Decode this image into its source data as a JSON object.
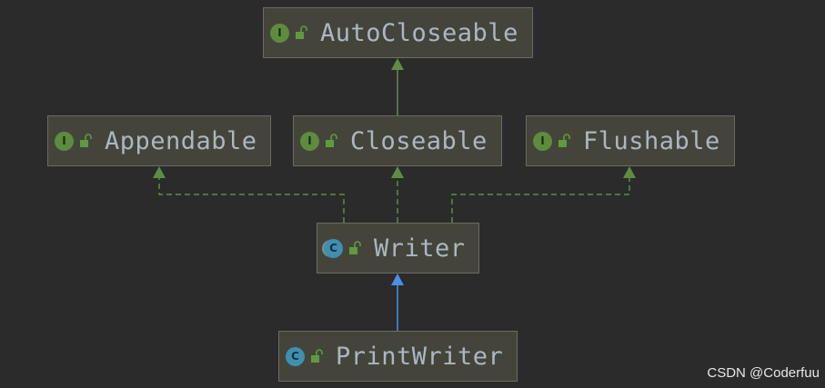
{
  "nodes": [
    {
      "id": "autocloseable",
      "label": "AutoCloseable",
      "kind": "interface",
      "kind_letter": "I"
    },
    {
      "id": "appendable",
      "label": "Appendable",
      "kind": "interface",
      "kind_letter": "I"
    },
    {
      "id": "closeable",
      "label": "Closeable",
      "kind": "interface",
      "kind_letter": "I"
    },
    {
      "id": "flushable",
      "label": "Flushable",
      "kind": "interface",
      "kind_letter": "I"
    },
    {
      "id": "writer",
      "label": "Writer",
      "kind": "abstract-class",
      "kind_letter": "C"
    },
    {
      "id": "printwriter",
      "label": "PrintWriter",
      "kind": "class",
      "kind_letter": "C"
    }
  ],
  "edges": [
    {
      "from": "closeable",
      "to": "autocloseable",
      "type": "extends"
    },
    {
      "from": "writer",
      "to": "appendable",
      "type": "implements"
    },
    {
      "from": "writer",
      "to": "closeable",
      "type": "implements"
    },
    {
      "from": "writer",
      "to": "flushable",
      "type": "implements"
    },
    {
      "from": "printwriter",
      "to": "writer",
      "type": "extends"
    }
  ],
  "colors": {
    "background": "#2b2b2b",
    "node_fill": "#45443a",
    "node_border": "#6b6b62",
    "label_text": "#a9b7c6",
    "interface_badge": "#5d8c3e",
    "class_badge": "#3f8fb0",
    "interface_edge": "#5f8c44",
    "class_edge": "#4b8fe6",
    "lock_icon": "#5d9c3e"
  },
  "icons": {
    "visibility": "unlocked-padlock-icon"
  },
  "watermark": "CSDN @Coderfuu"
}
